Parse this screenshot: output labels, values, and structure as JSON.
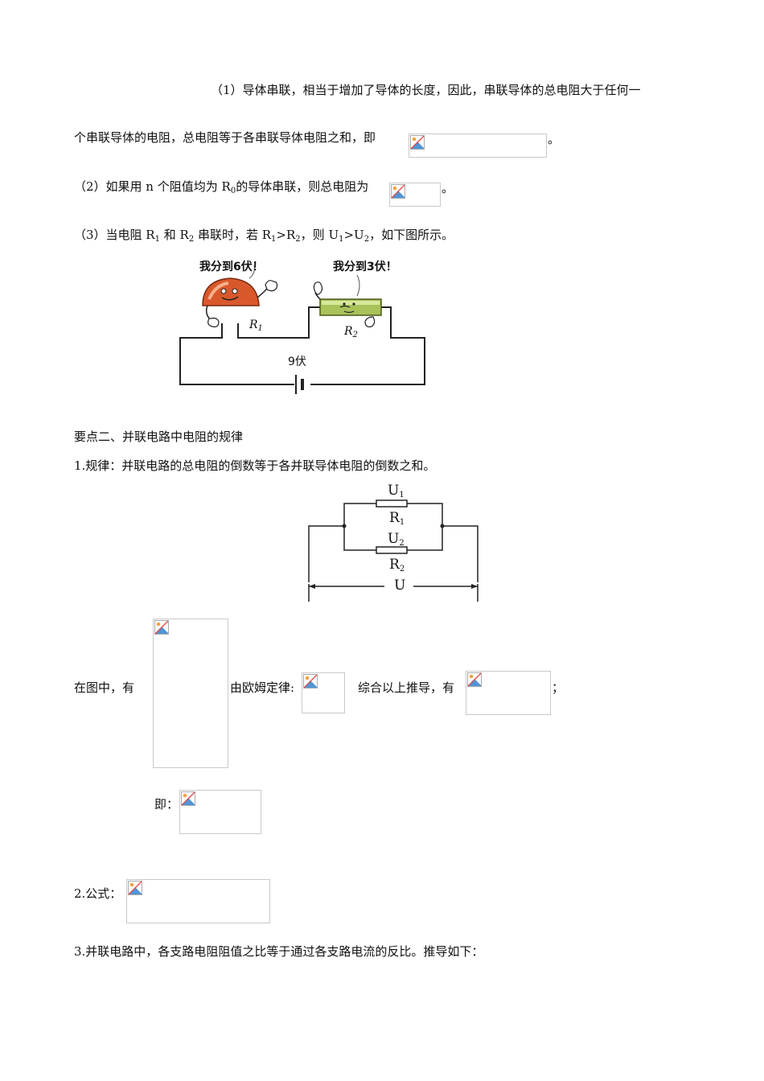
{
  "series_section": {
    "p1_line1": "（1）导体串联，相当于增加了导体的长度，因此，串联导体的总电阻大于任何一",
    "p1_line2_text": "个串联导体的电阻，总电阻等于各串联导体电阻之和，即",
    "p1_line2_end": "。",
    "p2_text": "（2）如果用 n 个阻值均为 R",
    "p2_sub": "0",
    "p2_text2": "的导体串联，则总电阻为",
    "p2_end": "。",
    "p3_a": "（3）当电阻 R",
    "p3_a_sub": "1",
    "p3_b": " 和 R",
    "p3_b_sub": "2",
    "p3_c": " 串联时，若 R",
    "p3_c_sub": "1",
    "p3_d": ">R",
    "p3_d_sub": "2",
    "p3_e": "，则 U",
    "p3_e_sub": "1",
    "p3_f": ">U",
    "p3_f_sub": "2",
    "p3_g": "，如下图所示。"
  },
  "cartoon_figure": {
    "bubble_left": "我分到6伏！",
    "bubble_right": "我分到3伏！",
    "label_r1": "R",
    "label_r1_sub": "1",
    "label_r2": "R",
    "label_r2_sub": "2",
    "battery_label": "9伏"
  },
  "parallel_section": {
    "heading": "要点二、并联电路中电阻的规律",
    "rule": "1.规律：并联电路的总电阻的倒数等于各并联导体电阻的倒数之和。",
    "circuit": {
      "u1": "U",
      "u1_sub": "1",
      "r1": "R",
      "r1_sub": "1",
      "u2": "U",
      "u2_sub": "2",
      "r2": "R",
      "r2_sub": "2",
      "u": "U"
    },
    "derivation_prefix": "在图中，有",
    "derivation_ohm": "由欧姆定律:",
    "derivation_combine": "综合以上推导，有",
    "derivation_end": "；",
    "ie_label": "即：",
    "formula_label": "2.公式：",
    "ratio_text": "3.并联电路中，各支路电阻阻值之比等于通过各支路电流的反比。推导如下："
  },
  "icons": {
    "broken_image": "broken-image-icon"
  }
}
